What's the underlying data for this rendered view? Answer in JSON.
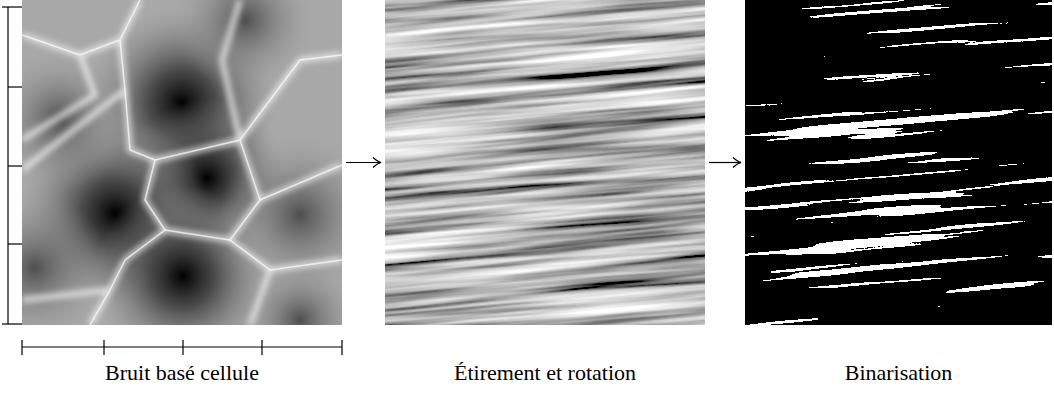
{
  "diagram": {
    "nodes": [
      {
        "text": [
          "Bruit basé cellule"
        ]
      },
      {
        "text": [
          "Étirement et rotation"
        ]
      },
      {
        "text": [
          "Binarisation"
        ]
      }
    ],
    "edges": [
      {
        "from": 0,
        "to": 1,
        "arrow": "to"
      },
      {
        "from": 1,
        "to": 2,
        "arrow": "to"
      }
    ]
  }
}
